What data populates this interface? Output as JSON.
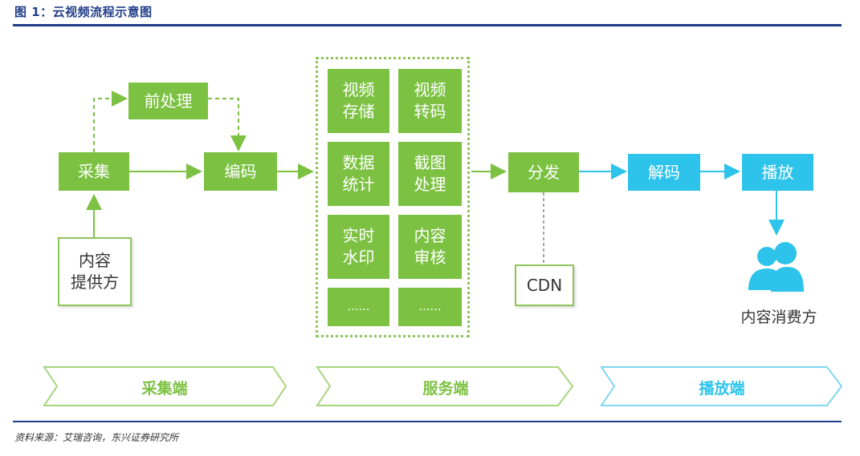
{
  "figure": {
    "title": "图 1：云视频流程示意图",
    "source": "资料来源：艾瑞咨询，东兴证券研究所"
  },
  "colors": {
    "accent_green": "#7cc142",
    "accent_blue": "#2dc3ea",
    "rule_navy": "#1f3c88"
  },
  "nodes": {
    "collect": "采集",
    "preprocess": "前处理",
    "encode": "编码",
    "provider": "内容\n提供方",
    "distribute": "分发",
    "cdn": "CDN",
    "decode": "解码",
    "play": "播放",
    "consumer": "内容消费方"
  },
  "server_grid": [
    "视频\n存储",
    "视频\n转码",
    "数据\n统计",
    "截图\n处理",
    "实时\n水印",
    "内容\n审核",
    "……",
    "……"
  ],
  "stages": [
    {
      "label": "采集端",
      "color": "#7cc142"
    },
    {
      "label": "服务端",
      "color": "#7cc142"
    },
    {
      "label": "播放端",
      "color": "#2dc3ea"
    }
  ],
  "icons": [
    "consumer-people-icon"
  ]
}
